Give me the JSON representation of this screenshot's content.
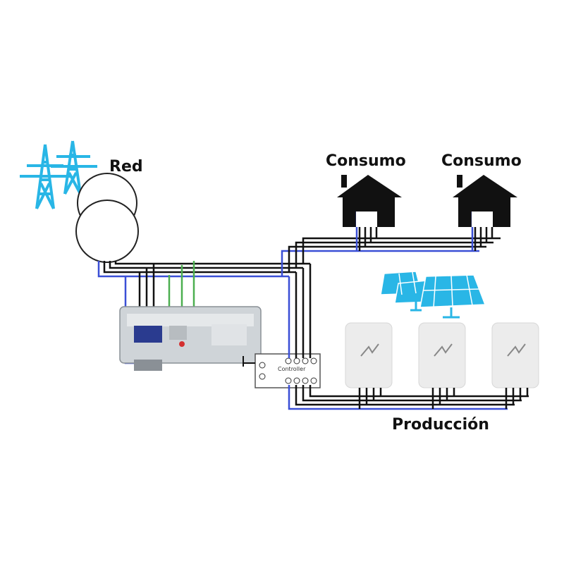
{
  "labels": {
    "grid": "Red",
    "consumption_1": "Consumo",
    "consumption_2": "Consumo",
    "production": "Producción",
    "controller": "Controller"
  },
  "colors": {
    "pylon": "#29b6e6",
    "solar_panel": "#29b6e6",
    "neutral_wire": "#3a4fd6",
    "phase_wire": "#111111",
    "signal_wire": "#4caf50",
    "inverter_body": "#ececec",
    "meter_body": "#cfd4d8",
    "house": "#111111"
  },
  "icons": {
    "grid": "power-pylon-icon",
    "meter": "transformer-icon",
    "consumption": "house-icon",
    "production": "solar-panel-icon",
    "inverter": "inverter-icon"
  }
}
